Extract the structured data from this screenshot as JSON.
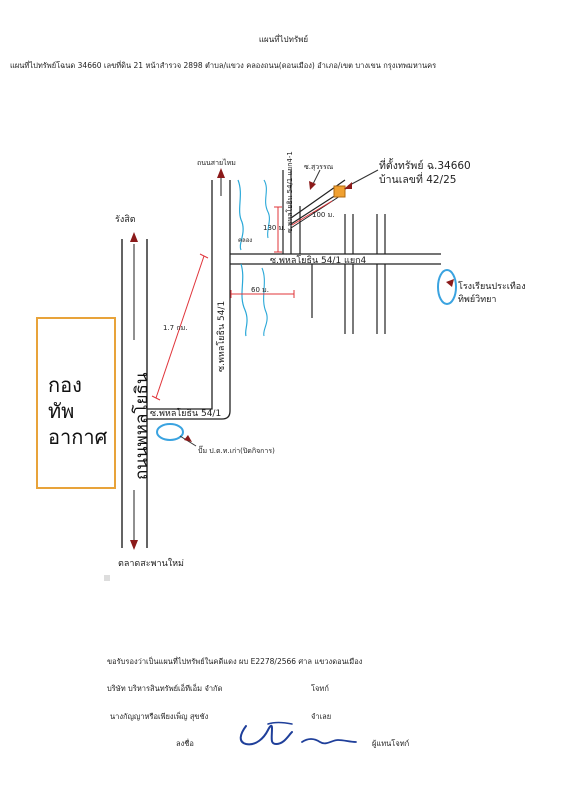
{
  "header": {
    "title": "แผนที่ไปทรัพย์",
    "description": "แผนที่ไปทรัพย์โฉนด 34660 เลขที่ดิน 21 หน้าสำรวจ  2898  ตำบล/แขวง คลองถนน(ดอนเมือง)  อำเภอ/เขต บางเขน  กรุงเทพมหานคร"
  },
  "map": {
    "main_road": "ถนนพหลโยธิน",
    "north_dir": "รังสิต",
    "south_dir": "ตลาดสะพานใหม่",
    "new_road": "ถนนสายไหม",
    "soi_54_1_horizontal": "ซ.พหลโยธิน 54/1",
    "soi_54_1_vertical": "ซ.พหลโยธิน 54/1",
    "soi_54_1_4": "ซ.พหลโยธิน 54/1 แยก4",
    "soi_54_1_4_1": "ซ.พหลโยธิน 54/1 แยก4-1",
    "soi_sawan": "ซ.สุวรรณ",
    "canal": "คลอง",
    "dist_1_7km": "1.7 กม.",
    "dist_130m": "130 ม.",
    "dist_100m": "100 ม.",
    "dist_60m": "60 ม.",
    "property_line1": "ที่ตั้งทรัพย์ ฉ.34660",
    "property_line2": "บ้านเลขที่ 42/25",
    "school_line1": "โรงเรียนประเทือง",
    "school_line2": "ทิพย์วิทยา",
    "gas_station": "ปั๊ม ป.ต.ท.เก่า(ปิดกิจการ)",
    "airforce_lines": [
      "กอง",
      "ทัพ",
      "อากาศ"
    ],
    "colors": {
      "road_arrow": "#8b1a1a",
      "measure": "#e0343a",
      "canal": "#2aa8d8",
      "landmark_circle": "#3aa3e0",
      "property_marker": "#f0a030",
      "airforce_border": "#e8a33a"
    }
  },
  "footer": {
    "line1": "ขอรับรองว่าเป็นแผนที่ไปทรัพย์ในคดีแดง  ผบ E2278/2566  ศาล  แขวงดอนเมือง",
    "line2_left": "บริษัท บริหารสินทรัพย์เอ็ทีเอ็ม จำกัด",
    "line2_right": "โจทก์",
    "line3_left": "นางกัญญาหรือเพียงเพ็ญ สุขชัง",
    "line3_right": "จำเลย",
    "line4_left": "ลงชื่อ",
    "line4_right": "ผู้แทนโจทก์"
  }
}
